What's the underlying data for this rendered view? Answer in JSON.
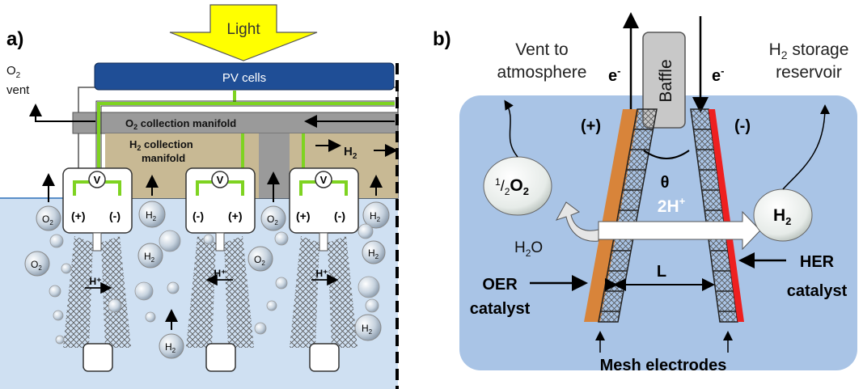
{
  "panel_a": {
    "label": "a)",
    "light": "Light",
    "pv_cells": "PV cells",
    "o2_vent": {
      "o": "O",
      "sub": "2",
      "text": "vent"
    },
    "o2_manifold": {
      "o": "O",
      "sub": "2",
      "text": " collection manifold"
    },
    "h2_manifold": {
      "h": "H",
      "sub": "2",
      "text": " collection",
      "line2": "manifold"
    },
    "h2_out": {
      "h": "H",
      "sub": "2"
    },
    "meter": "V",
    "cell1": {
      "left": "(+)",
      "right": "(-)"
    },
    "cell2": {
      "left": "(-)",
      "right": "(+)"
    },
    "cell3": {
      "left": "(+)",
      "right": "(-)"
    },
    "hplus": "H⁺",
    "bubble_o2": {
      "o": "O",
      "sub": "2"
    },
    "bubble_h2": {
      "h": "H",
      "sub": "2"
    }
  },
  "panel_b": {
    "label": "b)",
    "vent_line1": "Vent to",
    "vent_line2": "atmosphere",
    "storage_line1": {
      "h": "H",
      "sub": "2",
      "text": " storage"
    },
    "storage_line2": "reservoir",
    "electron": "e",
    "electron_sup": "-",
    "baffle": "Baffle",
    "plus": "(+)",
    "minus": "(-)",
    "theta": "θ",
    "half": "1",
    "half_den": "2",
    "o2": {
      "o": "O",
      "sub": "2"
    },
    "protons": "2H",
    "protons_sup": "+",
    "h2": {
      "h": "H",
      "sub": "2"
    },
    "water": {
      "h": "H",
      "sub": "2",
      "o": "O"
    },
    "distance": "L",
    "oer_line1": "OER",
    "oer_line2": "catalyst",
    "her_line1": "HER",
    "her_line2": "catalyst",
    "mesh": "Mesh electrodes"
  },
  "colors": {
    "water": "#cfe0f2",
    "gas": "#ffffff",
    "manifold_gray": "#9a9a9a",
    "h2_chamber": "#c8b994",
    "pv_blue": "#1f4e96",
    "light_yellow": "#ffff00",
    "wire_green": "#7ed321",
    "panel_b_water": "#a9c4e6",
    "oer_orange": "#d8843a",
    "her_red": "#ee2020"
  }
}
